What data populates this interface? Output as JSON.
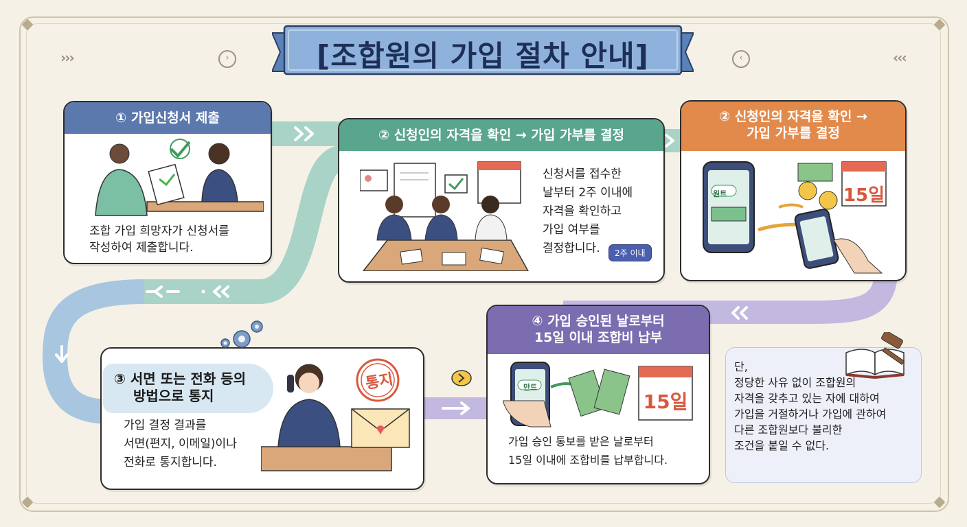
{
  "title": "[조합원의 가입 절차 안내]",
  "steps": [
    {
      "num": "①",
      "title": "가입신청서 제출",
      "body": [
        "조합 가입 희망자가 신청서를",
        "작성하여 제출합니다."
      ]
    },
    {
      "num": "②",
      "title": "신청인의 자격을 확인 → 가입 가부를 결정",
      "body": [
        "신청서를 접수한",
        "날부터 2주 이내에",
        "자격을 확인하고",
        "가입 여부를",
        "결정합니다."
      ],
      "badge": "2주 이내"
    },
    {
      "num": "②",
      "title_line1": "신청인의 자격을 확인 →",
      "title_line2": "가입 가부를 결정",
      "phone_label": "원트",
      "calendar": "15일"
    },
    {
      "num": "③",
      "title_line1": "서면 또는 전화 등의",
      "title_line2": "방법으로 통지",
      "body": [
        "가입 결정 결과를",
        "서면(편지, 이메일)이나",
        "전화로 통지합니다."
      ],
      "stamp": "통지"
    },
    {
      "num": "④",
      "title_line1": "가입 승인된 날로부터",
      "title_line2": "15일 이내 조합비 납부",
      "body": [
        "가입 승인 통보를 받은 날로부터",
        "15일 이내에 조합비를 납부합니다."
      ],
      "phone_label": "만트",
      "calendar": "15일"
    }
  ],
  "note": [
    "단,",
    "정당한 사유 없이 조합원의",
    "자격을 갖추고 있는 자에 대하여",
    "가입을 거절하거나 가입에 관하여",
    "다른 조합원보다 불리한",
    "조건을 붙일 수 없다."
  ],
  "colors": {
    "step1": "#5b79ad",
    "step2": "#5aa58e",
    "step2b": "#e28a4c",
    "step4": "#7b6db0",
    "banner": "#7ea4d1",
    "path": "#8fc4b4"
  }
}
